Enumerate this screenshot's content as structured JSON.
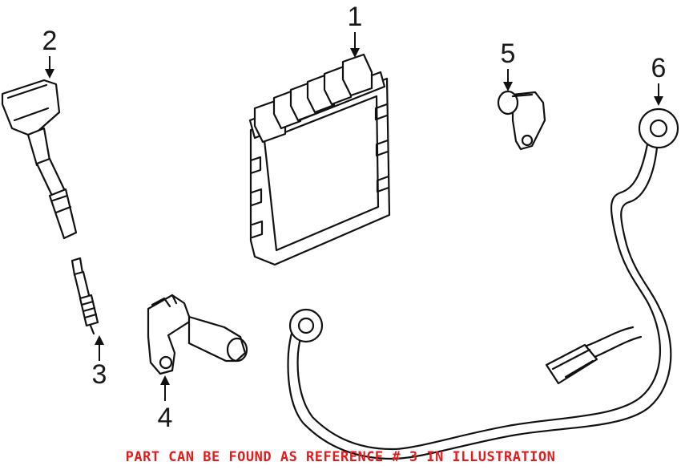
{
  "callouts": {
    "c1": "1",
    "c2": "2",
    "c3": "3",
    "c4": "4",
    "c5": "5",
    "c6": "6"
  },
  "notice": "PART CAN BE FOUND AS REFERENCE # 3 IN ILLUSTRATION",
  "colors": {
    "notice": "#e21c1c",
    "line": "#111111"
  },
  "parts": {
    "1": "engine-control-module",
    "2": "ignition-coil",
    "3": "spark-plug",
    "4": "camshaft-position-sensor",
    "5": "crankshaft-position-sensor",
    "6": "knock-sensor"
  }
}
